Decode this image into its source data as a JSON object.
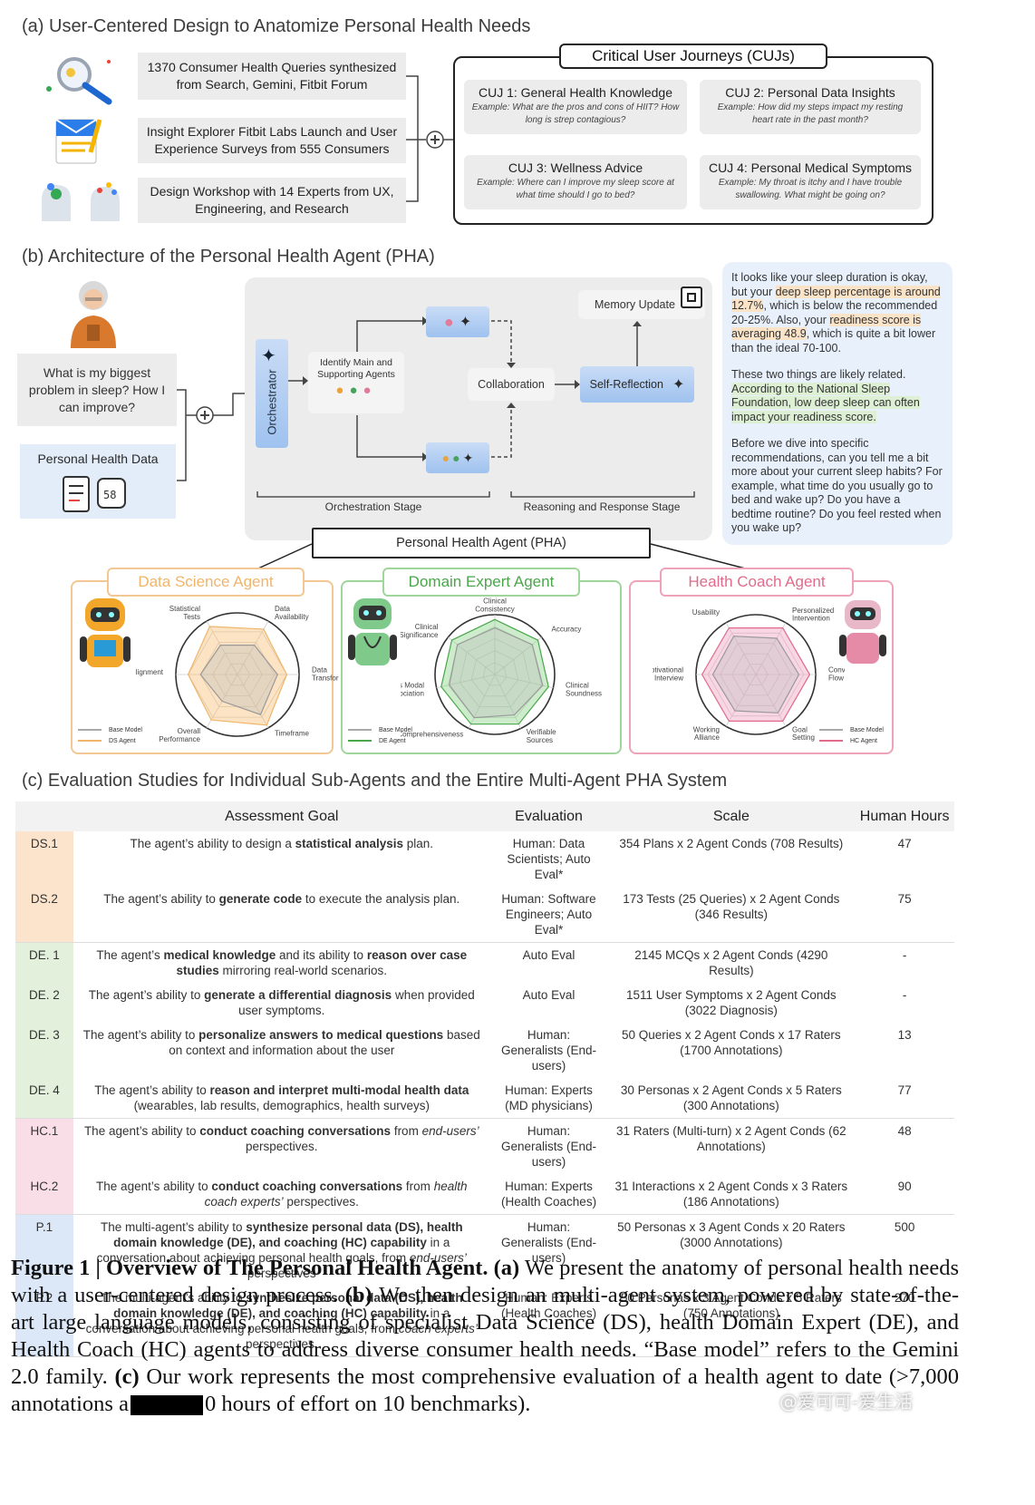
{
  "section_a": {
    "title": "(a) User-Centered Design to Anatomize Personal Health Needs",
    "sources": [
      "1370 Consumer Health Queries synthesized from Search, Gemini, Fitbit Forum",
      "Insight Explorer Fitbit Labs Launch and User Experience Surveys from 555 Consumers",
      "Design Workshop with 14 Experts from UX, Engineering, and Research"
    ],
    "cuj_heading": "Critical User Journeys (CUJs)",
    "cujs": [
      {
        "id": "CUJ 1",
        "title": ": General Health Knowledge",
        "example": "Example: What are the pros and cons of HIIT? How long is strep contagious?"
      },
      {
        "id": "CUJ 2",
        "title": ": Personal Data Insights",
        "example": "Example: How did my steps impact my resting heart rate in the past month?"
      },
      {
        "id": "CUJ 3",
        "title": ": Wellness Advice",
        "example": "Example: Where can I improve my sleep score at what time should I go to bed?"
      },
      {
        "id": "CUJ 4",
        "title": ": Personal Medical Symptoms",
        "example": "Example: My throat is itchy and I have trouble swallowing. What might be going on?"
      }
    ]
  },
  "section_b": {
    "title": "(b) Architecture of the Personal Health Agent (PHA)",
    "user_question": "What is my biggest problem in sleep? How I can improve?",
    "personal_data": "Personal Health Data",
    "orchestrator": "Orchestrator",
    "identify": "Identify Main and Supporting Agents",
    "collaboration": "Collaboration",
    "self_reflection": "Self-Reflection",
    "memory_update": "Memory Update",
    "stage1": "Orchestration Stage",
    "stage2": "Reasoning and Response Stage",
    "pha_label": "Personal Health Agent (PHA)",
    "response": {
      "p1_a": "It looks like your sleep duration is okay, but your ",
      "p1_hl1": "deep sleep percentage is around 12.7%",
      "p1_b": ", which is below the recommended 20-25%. Also, your ",
      "p1_hl2": "readiness score is averaging 48.9",
      "p1_c": ", which is quite a bit lower than the ideal 70-100.",
      "p2_a": "These two things are likely related. ",
      "p2_hl": "According to the National Sleep Foundation, low deep sleep can often impact your readiness score.",
      "p3": "Before we dive into specific recommendations, can you tell me a bit more about your current sleep habits? For example, what time do you usually go to bed and wake up? Do you have a bedtime routine? Do you feel rested when you wake up?"
    },
    "agents": [
      {
        "name": "Data Science Agent",
        "color": "#f0b56a",
        "fill": "#f7c27a",
        "axes": [
          "Data Availability",
          "Data Transformation",
          "Timeframe",
          "Overall Performance",
          "Alignment",
          "Statistical Tests"
        ],
        "legend": [
          "Base Model",
          "DS Agent"
        ]
      },
      {
        "name": "Domain Expert Agent",
        "color": "#7cc57a",
        "fill": "#8ed48b",
        "axes": [
          "Clinical Consistency",
          "Accuracy",
          "Clinical Soundness",
          "Verifiable Sources",
          "Comprehensiveness",
          "Cross Modal Association",
          "Clinical Significance"
        ],
        "legend": [
          "Base Model",
          "DE Agent"
        ]
      },
      {
        "name": "Health Coach Agent",
        "color": "#e98aa5",
        "fill": "#f0a4c0",
        "axes": [
          "Personalized Intervention",
          "Conversation Flow",
          "Goal Setting",
          "Working Alliance",
          "Motivational Interview",
          "Usability"
        ],
        "legend": [
          "Base Model",
          "HC Agent"
        ]
      }
    ]
  },
  "section_c": {
    "title": "(c) Evaluation Studies for Individual Sub-Agents and the Entire Multi-Agent PHA System",
    "headers": [
      "",
      "Assessment Goal",
      "Evaluation",
      "Scale",
      "Human Hours"
    ],
    "rows": [
      {
        "id": "DS.1",
        "goal": "The agent’s ability to design a <b>statistical analysis</b> plan.",
        "eval": "Human: Data Scientists; Auto Eval*",
        "scale": "354 Plans x 2 Agent Conds (708 Results)",
        "hours": "47"
      },
      {
        "id": "DS.2",
        "goal": "The agent’s ability to <b>generate code</b> to execute the analysis plan.",
        "eval": "Human: Software Engineers; Auto Eval*",
        "scale": "173 Tests (25 Queries) x 2 Agent Conds (346 Results)",
        "hours": "75"
      },
      {
        "id": "DE. 1",
        "goal": "The agent’s <b>medical knowledge</b> and its ability to <b>reason over case studies</b> mirroring real-world scenarios.",
        "eval": "Auto Eval",
        "scale": "2145 MCQs x 2 Agent Conds (4290 Results)",
        "hours": "-"
      },
      {
        "id": "DE. 2",
        "goal": "The agent’s ability to <b>generate a differential diagnosis</b> when provided user symptoms.",
        "eval": "Auto Eval",
        "scale": "1511 User Symptoms x 2 Agent Conds (3022 Diagnosis)",
        "hours": "-"
      },
      {
        "id": "DE. 3",
        "goal": "The agent’s ability to <b>personalize answers to medical questions</b> based on context and information about the user",
        "eval": "Human: Generalists (End-users)",
        "scale": "50 Queries x 2 Agent Conds x 17 Raters (1700 Annotations)",
        "hours": "13"
      },
      {
        "id": "DE. 4",
        "goal": "The agent’s ability to <b>reason and interpret multi-modal health data</b> (wearables, lab results, demographics, health surveys)",
        "eval": "Human: Experts (MD physicians)",
        "scale": "30 Personas x 2 Agent Conds x 5 Raters (300 Annotations)",
        "hours": "77"
      },
      {
        "id": "HC.1",
        "goal": "The agent’s ability to <b>conduct coaching conversations</b> from <i>end-users’</i> perspectives.",
        "eval": "Human: Generalists (End-users)",
        "scale": "31 Raters (Multi-turn) x 2 Agent Conds (62 Annotations)",
        "hours": "48"
      },
      {
        "id": "HC.2",
        "goal": "The agent’s ability to <b>conduct coaching conversations</b> from <i>health coach experts’</i> perspectives.",
        "eval": "Human: Experts (Health Coaches)",
        "scale": "31 Interactions x 2 Agent Conds x 3 Raters (186 Annotations)",
        "hours": "90"
      },
      {
        "id": "P.1",
        "goal": "The multi-agent’s ability to <b>synthesize personal data (DS), health domain knowledge (DE), and coaching (HC) capability</b> in a conversation about achieving personal health goals, from <i>end-users’</i> perspectives",
        "eval": "Human: Generalists (End-users)",
        "scale": "50 Personas x 3 Agent Conds x 20 Raters (3000 Annotations)",
        "hours": "500"
      },
      {
        "id": "P.2",
        "goal": "The multi-agent’s ability to <b>synthesize personal data (DS), health domain knowledge (DE), and coaching (HC) capability</b> in a conversation about achieving personal health goals, from <i>coach experts’</i> perspectives.",
        "eval": "Human: Experts (Health Coaches)",
        "scale": "50 Personas x 3 Agent Conds x 5 Raters (750 Annotations)",
        "hours": "270"
      }
    ]
  },
  "caption": {
    "fig": "Figure 1 | Overview of The Personal Health Agent.",
    "a_label": "(a)",
    "a_text": " We present the anatomy of personal health needs with a user-centered design process. ",
    "b_label": "(b)",
    "b_text": " We then design an multi-agent system, powered by state-of-the-art large language models, consisting of specialist Data Science (DS), health Domain Expert (DE), and Health Coach (HC) agents to address diverse consumer health needs. “Base model” refers to the Gemini 2.0 family. ",
    "c_label": "(c)",
    "c_text": " Our work represents the most comprehensive evaluation of a health agent to date (>7,000 annotations a",
    "c_text2": "0 hours of effort on 10 benchmarks)."
  },
  "watermark": "@爱可可-爱生活"
}
